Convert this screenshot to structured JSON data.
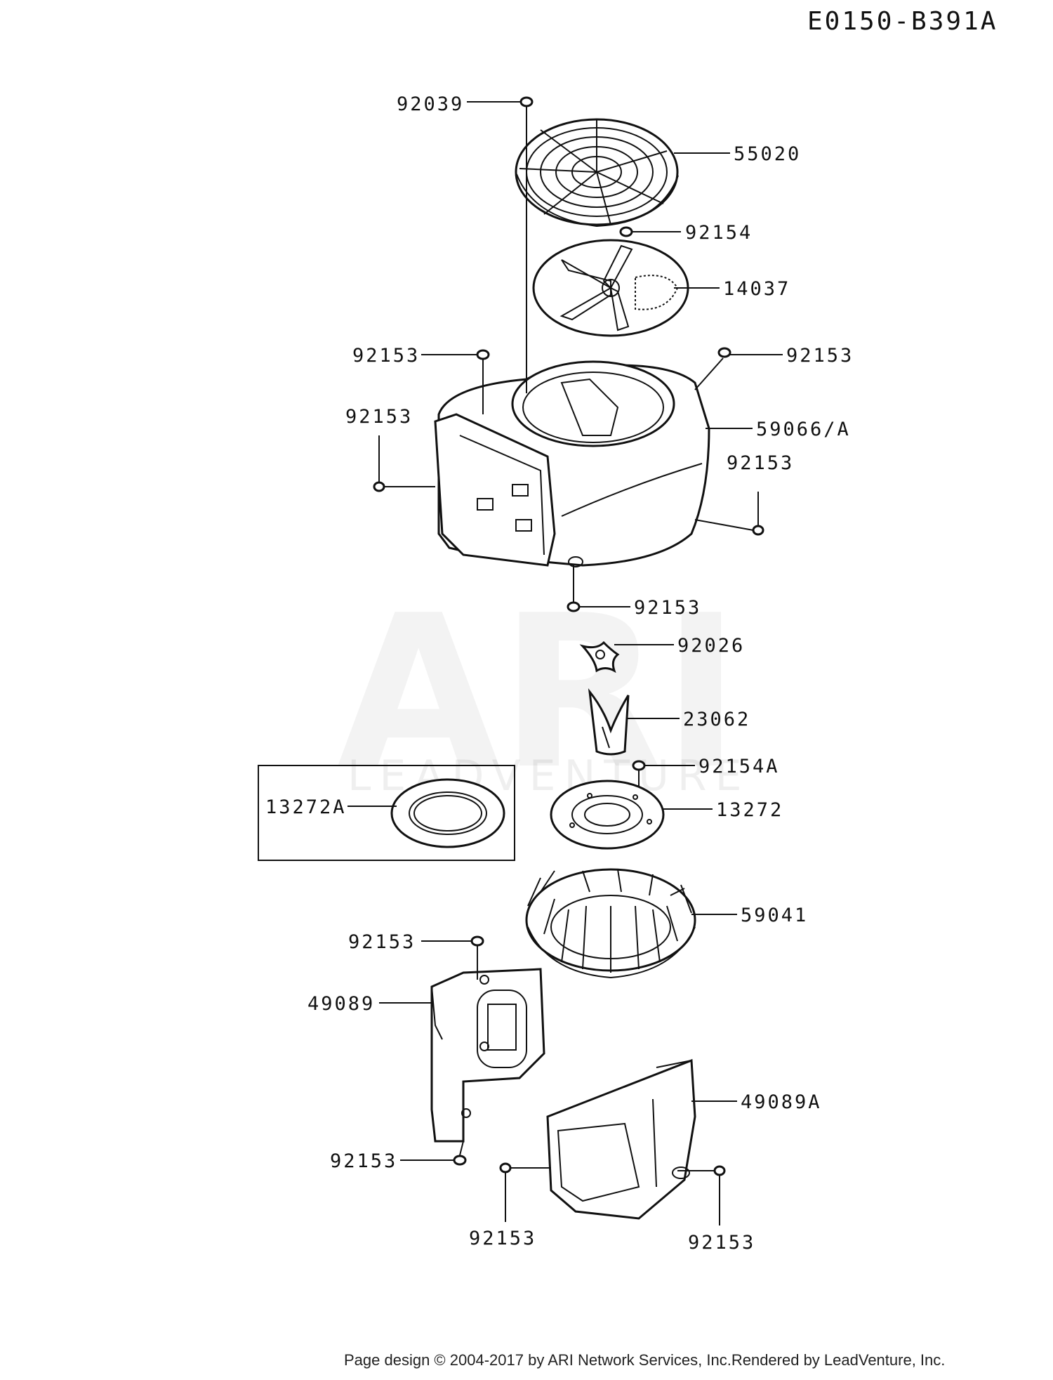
{
  "diagram_code": "E0150-B391A",
  "parts": {
    "p92039": "92039",
    "p55020": "55020",
    "p92154_top": "92154",
    "p14037": "14037",
    "p92153_a": "92153",
    "p92153_b": "92153",
    "p92153_c": "92153",
    "p59066A": "59066/A",
    "p92153_d": "92153",
    "p92153_e": "92153",
    "p92026": "92026",
    "p23062": "23062",
    "p92154A": "92154A",
    "p13272A": "13272A",
    "p13272": "13272",
    "p59041": "59041",
    "p92153_f": "92153",
    "p49089": "49089",
    "p49089A": "49089A",
    "p92153_g": "92153",
    "p92153_h": "92153",
    "p92153_i": "92153"
  },
  "watermark": {
    "logo": "ARI",
    "sub": "LEADVENTURE"
  },
  "footer": "Page design © 2004-2017 by ARI Network Services, Inc.Rendered by LeadVenture, Inc."
}
